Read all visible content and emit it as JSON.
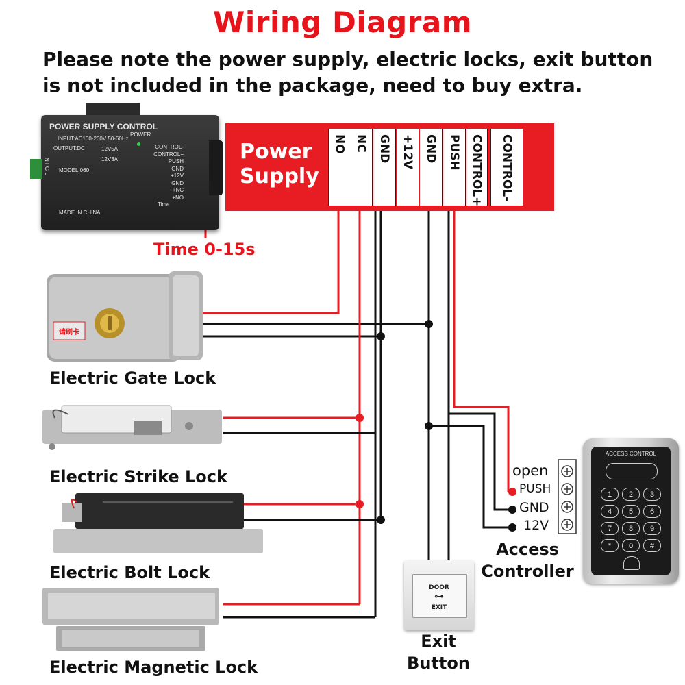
{
  "title": "Wiring Diagram",
  "notice": {
    "line1": "Please note the power supply, electric locks, exit button",
    "line2": "is not included in the package, need to buy extra."
  },
  "power_supply_device": {
    "name": "POWER SUPPLY CONTROL",
    "power": "POWER",
    "input": "INPUT:AC100-260V 50-60Hz",
    "output": "OUTPUT:DC",
    "option1": "12V5A",
    "option2": "12V3A",
    "model": "MODEL:060",
    "mains": "N FG L",
    "made_in": "MADE IN CHINA",
    "terminals": [
      "CONTROL-",
      "CONTROL+",
      "PUSH",
      "GND",
      "+12V",
      "GND",
      "+NC",
      "+NO"
    ],
    "time": "Time"
  },
  "time_label": "Time 0-15s",
  "terminal_block": {
    "title_line1": "Power",
    "title_line2": "Supply",
    "terminals": [
      "NO",
      "NC",
      "GND",
      "+12V",
      "GND",
      "PUSH",
      "CONTROL+",
      "CONTROL-"
    ]
  },
  "locks": [
    {
      "label": "Electric Gate Lock",
      "tag": "请刷卡"
    },
    {
      "label": "Electric Strike Lock"
    },
    {
      "label": "Electric Bolt Lock"
    },
    {
      "label": "Electric Magnetic Lock"
    }
  ],
  "access_controller": {
    "title": "ACCESS CONTROL",
    "label_line1": "Access",
    "label_line2": "Controller",
    "terminals": [
      "open",
      "PUSH",
      "GND",
      "12V"
    ],
    "keys": [
      "1",
      "2",
      "3",
      "4",
      "5",
      "6",
      "7",
      "8",
      "9",
      "*",
      "0",
      "#"
    ]
  },
  "exit_button": {
    "door": "DOOR",
    "exit": "EXIT",
    "label_line1": "Exit",
    "label_line2": "Button"
  },
  "colors": {
    "red": "#e81c23",
    "wire_black": "#111111",
    "text": "#111111"
  }
}
